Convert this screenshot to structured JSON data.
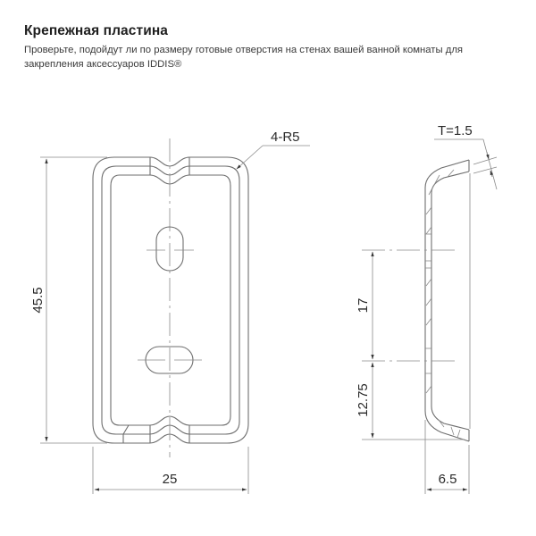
{
  "header": {
    "title": "Крепежная пластина",
    "description": "Проверьте, подойдут ли по размеру готовые отверстия на стенах вашей ванной комнаты для закрепления аксессуаров IDDIS®"
  },
  "front_view": {
    "height_label": "45.5",
    "width_label": "25",
    "radius_label": "4-R5"
  },
  "side_view": {
    "thickness_label": "T=1.5",
    "hole_spacing_label": "17",
    "bottom_offset_label": "12.75",
    "depth_label": "6.5"
  },
  "colors": {
    "line": "#6e6e6e",
    "text": "#2a2a2a",
    "background": "#ffffff"
  }
}
